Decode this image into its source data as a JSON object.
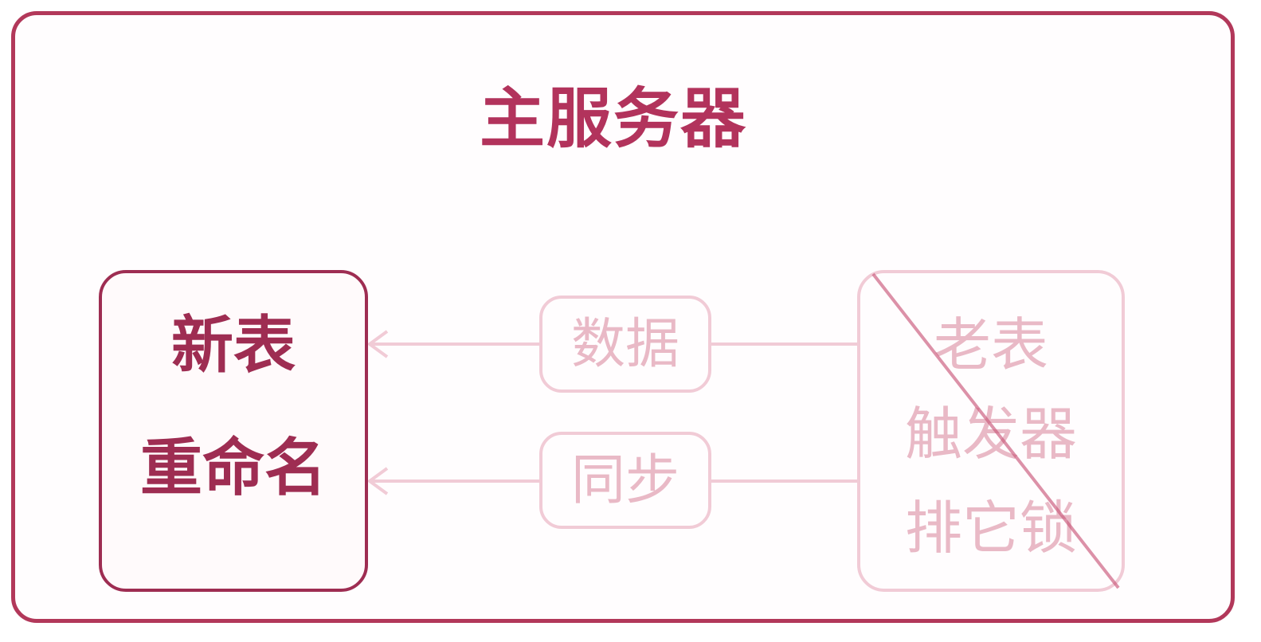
{
  "title": "主服务器",
  "new_table": {
    "line1": "新表",
    "line2": "重命名"
  },
  "arrow_labels": {
    "data": "数据",
    "sync": "同步"
  },
  "old_table": {
    "line1": "老表",
    "line2": "触发器",
    "line3": "排它锁"
  },
  "colors": {
    "outer_border": "#b2385a",
    "title": "#b2335c",
    "new_table": "#9e2d52",
    "faded": "#e9b9c6",
    "faded_border": "#f1cbd6"
  }
}
